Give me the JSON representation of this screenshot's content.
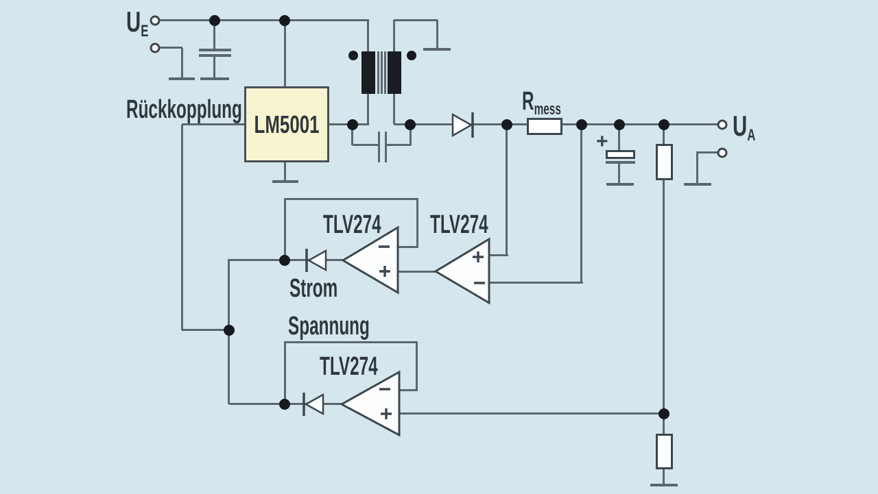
{
  "diagram": {
    "type": "circuit-schematic",
    "description": "Flyback power supply with LM5001 controller, Rmess current sense resistor and TLV274 op-amp current/voltage feedback loops",
    "labels": {
      "input_voltage_base": "U",
      "input_voltage_sub": "E",
      "output_voltage_base": "U",
      "output_voltage_sub": "A",
      "feedback": "Rückkopplung",
      "controller_ic": "LM5001",
      "sense_resistor_base": "R",
      "sense_resistor_sub": "mess",
      "opamp_part": "TLV274",
      "current_branch": "Strom",
      "voltage_branch": "Spannung",
      "capacitor_polarity": "+"
    },
    "colors": {
      "background": "#d5e7ed",
      "wire": "#5b676d",
      "outline": "#3d474d",
      "ic_fill": "#f8f4d0",
      "component_fill": "#ffffff",
      "text": "#2f383d",
      "junction_dot": "#16191d",
      "winding_fill": "#1a1d21"
    }
  }
}
